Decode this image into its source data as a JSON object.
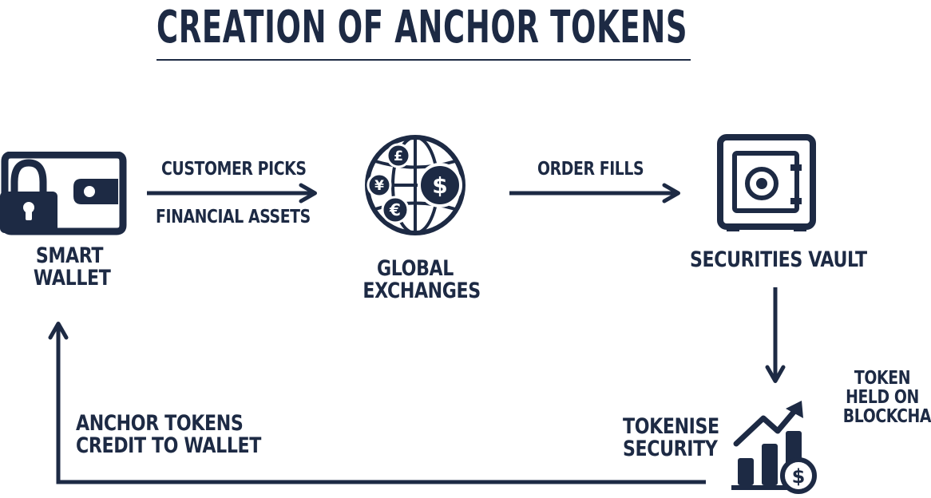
{
  "title": "CREATION OF ANCHOR TOKENS",
  "nodes": {
    "smart_wallet": {
      "line1": "SMART",
      "line2": "WALLET"
    },
    "global_exchanges": {
      "line1": "GLOBAL",
      "line2": "EXCHANGES"
    },
    "securities_vault": {
      "label": "SECURITIES VAULT"
    },
    "tokenise_security": {
      "line1": "TOKENISE",
      "line2": "SECURITY"
    },
    "token_held": {
      "line1": "TOKEN",
      "line2": "HELD ON",
      "line3": "BLOCKCHAIN"
    }
  },
  "edges": {
    "customer_picks": {
      "line1": "CUSTOMER PICKS",
      "line2": "FINANCIAL ASSETS"
    },
    "order_fills": {
      "label": "ORDER FILLS"
    },
    "anchor_tokens": {
      "line1": "ANCHOR TOKENS",
      "line2": "CREDIT TO WALLET"
    }
  },
  "icons": {
    "wallet": "wallet-lock-icon",
    "globe": "globe-currency-icon",
    "vault": "safe-icon",
    "chart": "growth-chart-icon",
    "currency_symbols": {
      "pound": "£",
      "dollar": "$",
      "yen": "¥",
      "euro": "€"
    }
  },
  "colors": {
    "ink": "#1d2a44",
    "background": "#ffffff"
  }
}
